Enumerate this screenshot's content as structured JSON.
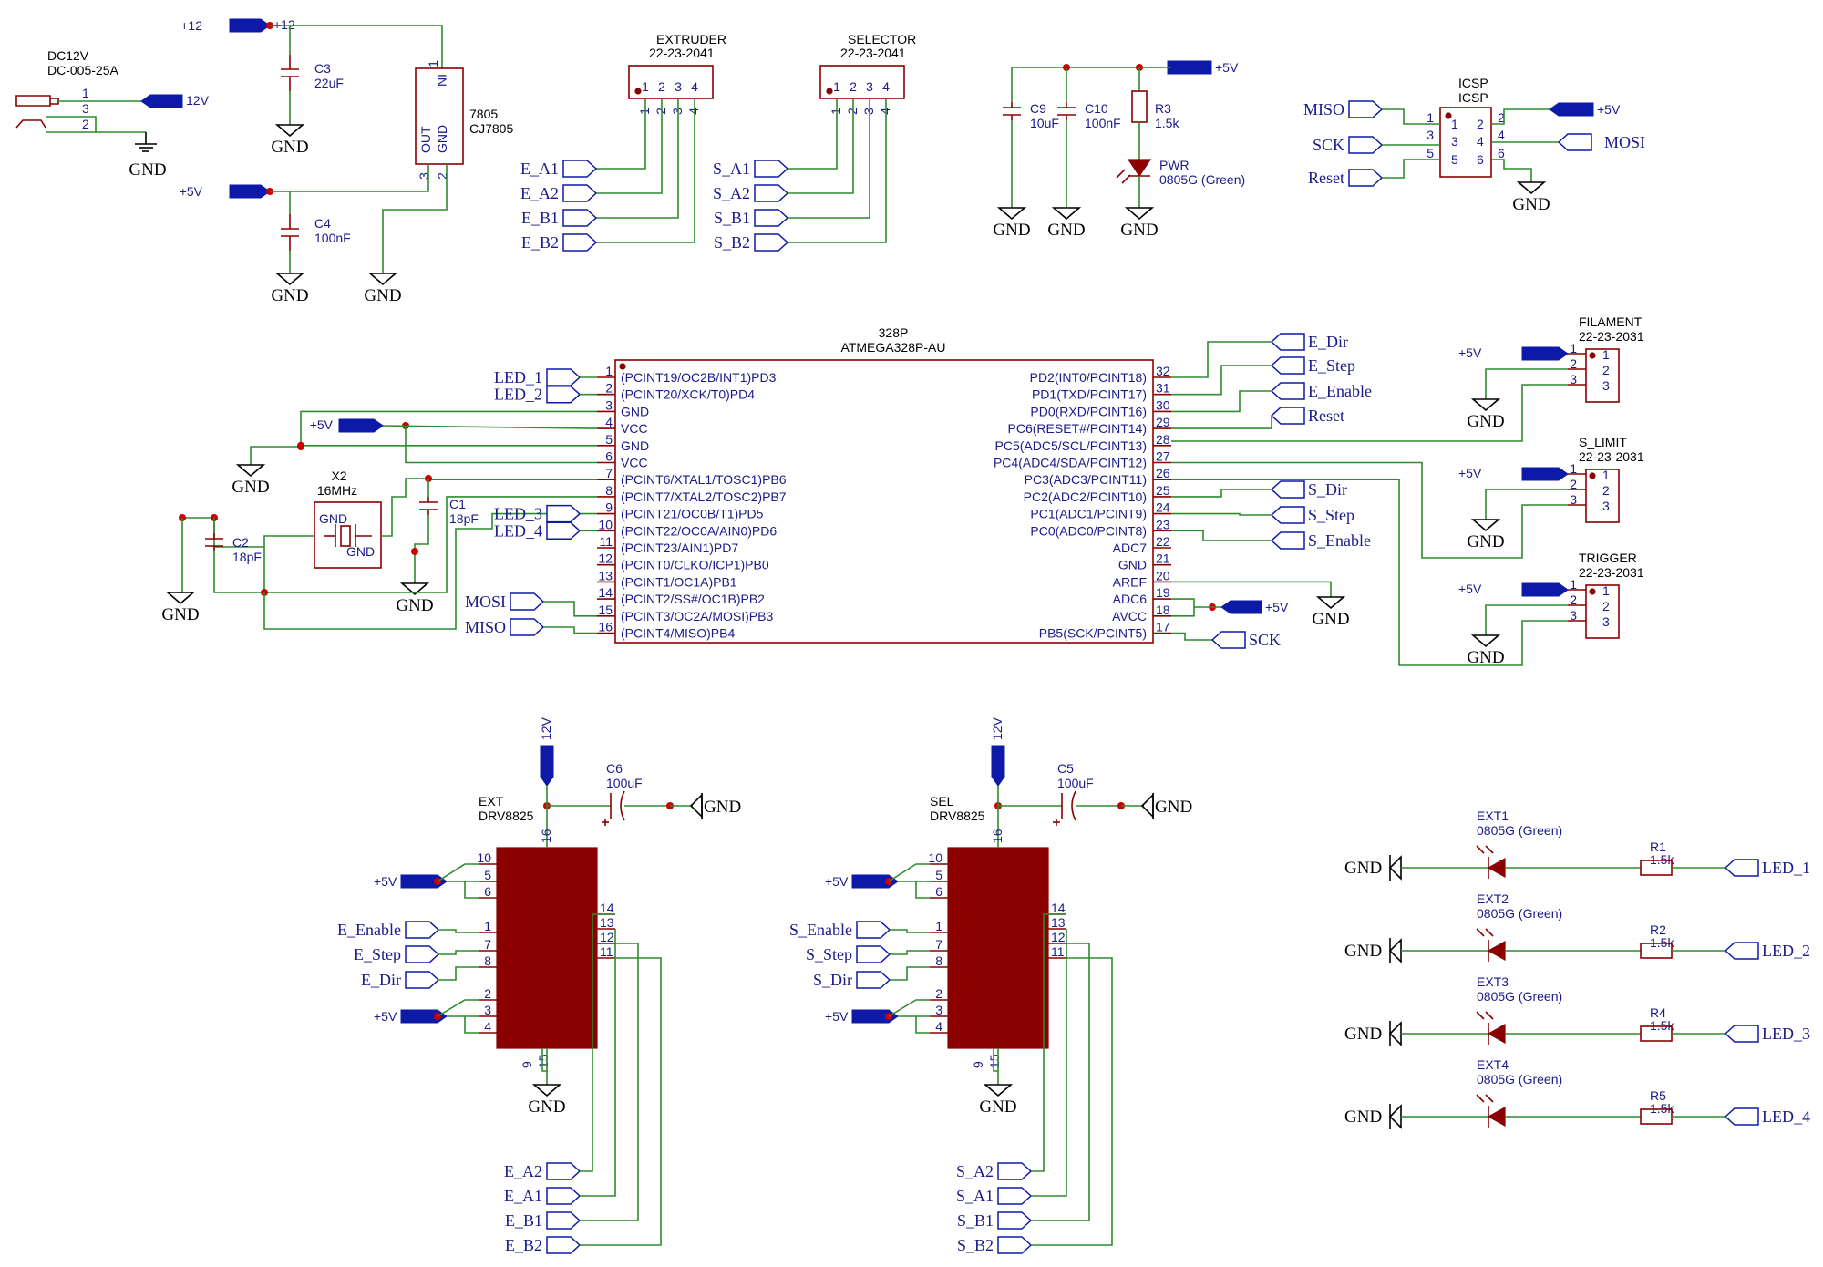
{
  "power": {
    "jack_ref": "DC12V",
    "jack_part": "DC-005-25A",
    "jack_pins": [
      "1",
      "3",
      "2"
    ],
    "flag_12": "+12",
    "flag_12v": "12V",
    "flag_5v": "+5V",
    "c3_ref": "C3",
    "c3_val": "22uF",
    "c4_ref": "C4",
    "c4_val": "100nF",
    "reg_ref": "7805",
    "reg_part": "CJ7805",
    "reg_in": "IN",
    "reg_out": "OUT",
    "reg_gnd": "GND",
    "reg_pins": [
      "1",
      "3",
      "2"
    ],
    "c9_ref": "C9",
    "c9_val": "10uF",
    "c10_ref": "C10",
    "c10_val": "100nF",
    "r3_ref": "R3",
    "r3_val": "1.5k",
    "pwr_ref": "PWR",
    "pwr_val": "0805G (Green)"
  },
  "gnd": "GND",
  "headers": {
    "extruder": {
      "title": "EXTRUDER",
      "part": "22-23-2041",
      "pins": [
        "1",
        "2",
        "3",
        "4"
      ],
      "nets": [
        "E_A1",
        "E_A2",
        "E_B1",
        "E_B2"
      ]
    },
    "selector": {
      "title": "SELECTOR",
      "part": "22-23-2041",
      "pins": [
        "1",
        "2",
        "3",
        "4"
      ],
      "nets": [
        "S_A1",
        "S_A2",
        "S_B1",
        "S_B2"
      ]
    },
    "icsp": {
      "title": "ICSP",
      "part": "ICSP",
      "left_nets": [
        "MISO",
        "SCK",
        "Reset"
      ],
      "right_nets": [
        "+5V",
        "MOSI"
      ],
      "pins_l": [
        "1",
        "3",
        "5"
      ],
      "pins_r": [
        "2",
        "4",
        "6"
      ]
    },
    "filament": {
      "title": "FILAMENT",
      "part": "22-23-2031",
      "pins": [
        "1",
        "2",
        "3"
      ]
    },
    "s_limit": {
      "title": "S_LIMIT",
      "part": "22-23-2031",
      "pins": [
        "1",
        "2",
        "3"
      ]
    },
    "trigger": {
      "title": "TRIGGER",
      "part": "22-23-2031",
      "pins": [
        "1",
        "2",
        "3"
      ]
    }
  },
  "mcu": {
    "ref": "328P",
    "part": "ATMEGA328P-AU",
    "left_pins": [
      {
        "n": "1",
        "name": "(PCINT19/OC2B/INT1)PD3"
      },
      {
        "n": "2",
        "name": "(PCINT20/XCK/T0)PD4"
      },
      {
        "n": "3",
        "name": "GND"
      },
      {
        "n": "4",
        "name": "VCC"
      },
      {
        "n": "5",
        "name": "GND"
      },
      {
        "n": "6",
        "name": "VCC"
      },
      {
        "n": "7",
        "name": "(PCINT6/XTAL1/TOSC1)PB6"
      },
      {
        "n": "8",
        "name": "(PCINT7/XTAL2/TOSC2)PB7"
      },
      {
        "n": "9",
        "name": "(PCINT21/OC0B/T1)PD5"
      },
      {
        "n": "10",
        "name": "(PCINT22/OC0A/AIN0)PD6"
      },
      {
        "n": "11",
        "name": "(PCINT23/AIN1)PD7"
      },
      {
        "n": "12",
        "name": "(PCINT0/CLKO/ICP1)PB0"
      },
      {
        "n": "13",
        "name": "(PCINT1/OC1A)PB1"
      },
      {
        "n": "14",
        "name": "(PCINT2/SS#/OC1B)PB2"
      },
      {
        "n": "15",
        "name": "(PCINT3/OC2A/MOSI)PB3"
      },
      {
        "n": "16",
        "name": "(PCINT4/MISO)PB4"
      }
    ],
    "right_pins": [
      {
        "n": "32",
        "name": "PD2(INT0/PCINT18)"
      },
      {
        "n": "31",
        "name": "PD1(TXD/PCINT17)"
      },
      {
        "n": "30",
        "name": "PD0(RXD/PCINT16)"
      },
      {
        "n": "29",
        "name": "PC6(RESET#/PCINT14)"
      },
      {
        "n": "28",
        "name": "PC5(ADC5/SCL/PCINT13)"
      },
      {
        "n": "27",
        "name": "PC4(ADC4/SDA/PCINT12)"
      },
      {
        "n": "26",
        "name": "PC3(ADC3/PCINT11)"
      },
      {
        "n": "25",
        "name": "PC2(ADC2/PCINT10)"
      },
      {
        "n": "24",
        "name": "PC1(ADC1/PCINT9)"
      },
      {
        "n": "23",
        "name": "PC0(ADC0/PCINT8)"
      },
      {
        "n": "22",
        "name": "ADC7"
      },
      {
        "n": "21",
        "name": "GND"
      },
      {
        "n": "20",
        "name": "AREF"
      },
      {
        "n": "19",
        "name": "ADC6"
      },
      {
        "n": "18",
        "name": "AVCC"
      },
      {
        "n": "17",
        "name": "PB5(SCK/PCINT5)"
      }
    ],
    "left_nets": [
      "LED_1",
      "LED_2",
      "LED_3",
      "LED_4",
      "MOSI",
      "MISO"
    ],
    "right_nets": [
      "E_Dir",
      "E_Step",
      "E_Enable",
      "Reset",
      "S_Dir",
      "S_Step",
      "S_Enable",
      "SCK"
    ]
  },
  "xtal": {
    "ref": "X2",
    "val": "16MHz",
    "gnd": "GND",
    "c1_ref": "C1",
    "c1_val": "18pF",
    "c2_ref": "C2",
    "c2_val": "18pF"
  },
  "drivers": [
    {
      "ref": "EXT",
      "part": "DRV8825",
      "cap_ref": "C6",
      "cap_val": "100uF",
      "in_nets": [
        "E_Enable",
        "E_Step",
        "E_Dir"
      ],
      "out_nets": [
        "E_A2",
        "E_A1",
        "E_B1",
        "E_B2"
      ]
    },
    {
      "ref": "SEL",
      "part": "DRV8825",
      "cap_ref": "C5",
      "cap_val": "100uF",
      "in_nets": [
        "S_Enable",
        "S_Step",
        "S_Dir"
      ],
      "out_nets": [
        "S_A2",
        "S_A1",
        "S_B1",
        "S_B2"
      ]
    }
  ],
  "drv_pins": {
    "top": "16",
    "l1": [
      "10",
      "5",
      "6"
    ],
    "l2": [
      "1",
      "7",
      "8"
    ],
    "l3": [
      "2",
      "3",
      "4"
    ],
    "r": [
      "14",
      "13",
      "12",
      "11"
    ],
    "bot": [
      "9",
      "15"
    ]
  },
  "leds": [
    {
      "ref": "EXT1",
      "val": "0805G (Green)",
      "r_ref": "R1",
      "r_val": "1.5k",
      "net": "LED_1"
    },
    {
      "ref": "EXT2",
      "val": "0805G (Green)",
      "r_ref": "R2",
      "r_val": "1.5k",
      "net": "LED_2"
    },
    {
      "ref": "EXT3",
      "val": "0805G (Green)",
      "r_ref": "R4",
      "r_val": "1.5k",
      "net": "LED_3"
    },
    {
      "ref": "EXT4",
      "val": "0805G (Green)",
      "r_ref": "R5",
      "r_val": "1.5k",
      "net": "LED_4"
    }
  ]
}
